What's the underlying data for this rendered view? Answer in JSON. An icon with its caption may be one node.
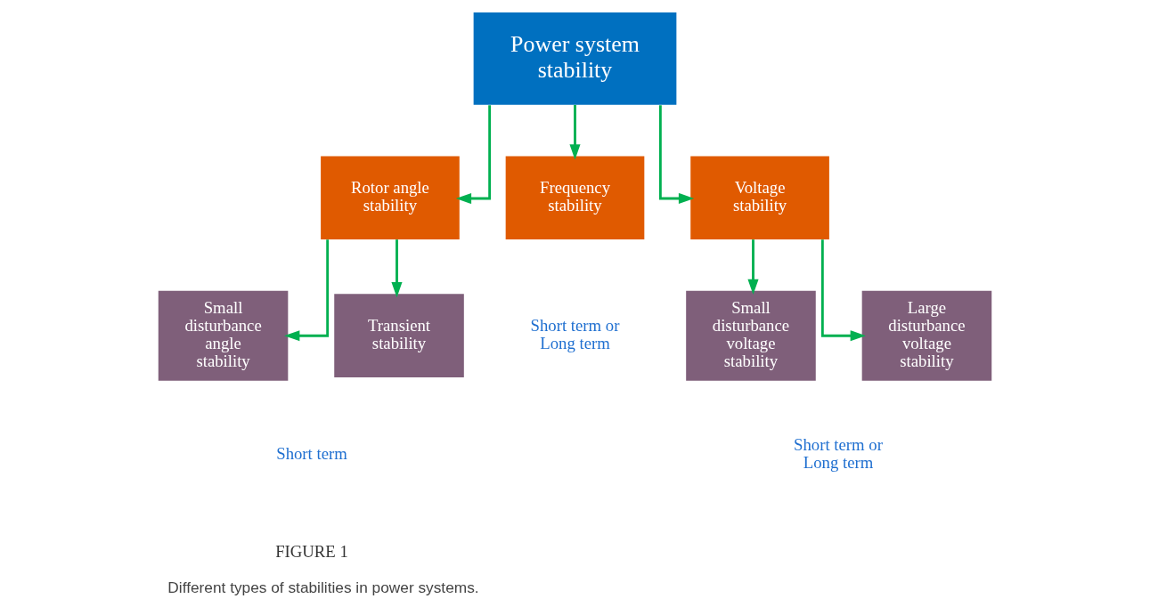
{
  "diagram": {
    "caption": "Different types of stabilities in power systems.",
    "nodes": [
      {
        "text": [
          "Power system stability"
        ]
      },
      {
        "text": [
          "Rotor angle stability"
        ]
      },
      {
        "text": [
          "Frequency stability"
        ]
      },
      {
        "text": [
          "Voltage stability"
        ]
      },
      {
        "text": [
          "Small disturbance angle stability"
        ]
      },
      {
        "text": [
          "Transient stability"
        ]
      },
      {
        "text": [
          "Small disturbance voltage stability"
        ]
      },
      {
        "text": [
          "Large disturbance voltage stability"
        ]
      }
    ],
    "edges": [
      {
        "from": 0,
        "to": 1,
        "arrow": "to"
      },
      {
        "from": 0,
        "to": 2,
        "arrow": "to"
      },
      {
        "from": 0,
        "to": 3,
        "arrow": "to"
      },
      {
        "from": 1,
        "to": 4,
        "arrow": "to"
      },
      {
        "from": 1,
        "to": 5,
        "arrow": "to"
      },
      {
        "from": 3,
        "to": 6,
        "arrow": "to"
      },
      {
        "from": 3,
        "to": 7,
        "arrow": "to"
      }
    ],
    "labels": [
      "Short term or Long term",
      "Short term",
      "Short term or Long term",
      "FIGURE 1"
    ]
  }
}
